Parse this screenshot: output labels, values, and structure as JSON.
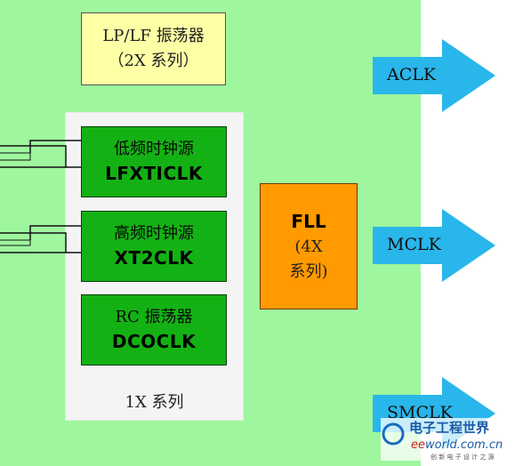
{
  "oscillator": {
    "line1": "LP/LF 振荡器",
    "line2": "（2X 系列）"
  },
  "sources": [
    {
      "cn": "低频时钟源",
      "en": "LFXTICLK"
    },
    {
      "cn": "高频时钟源",
      "en": "XT2CLK"
    },
    {
      "cn": "RC 振荡器",
      "en": "DCOCLK"
    }
  ],
  "series_1x": "1X 系列",
  "fll": {
    "title": "FLL",
    "line2": "(4X",
    "line3": "系列)"
  },
  "outputs": [
    "ACLK",
    "MCLK",
    "SMCLK"
  ],
  "watermark": {
    "cn": "电子工程世界",
    "site": "eeworld.com.cn",
    "slogan": "创新电子设计之源"
  },
  "colors": {
    "background": "#9ef79e",
    "oscillator": "#ffffa6",
    "source": "#14b114",
    "fll": "#ff9a00",
    "arrow": "#29b6ea"
  }
}
